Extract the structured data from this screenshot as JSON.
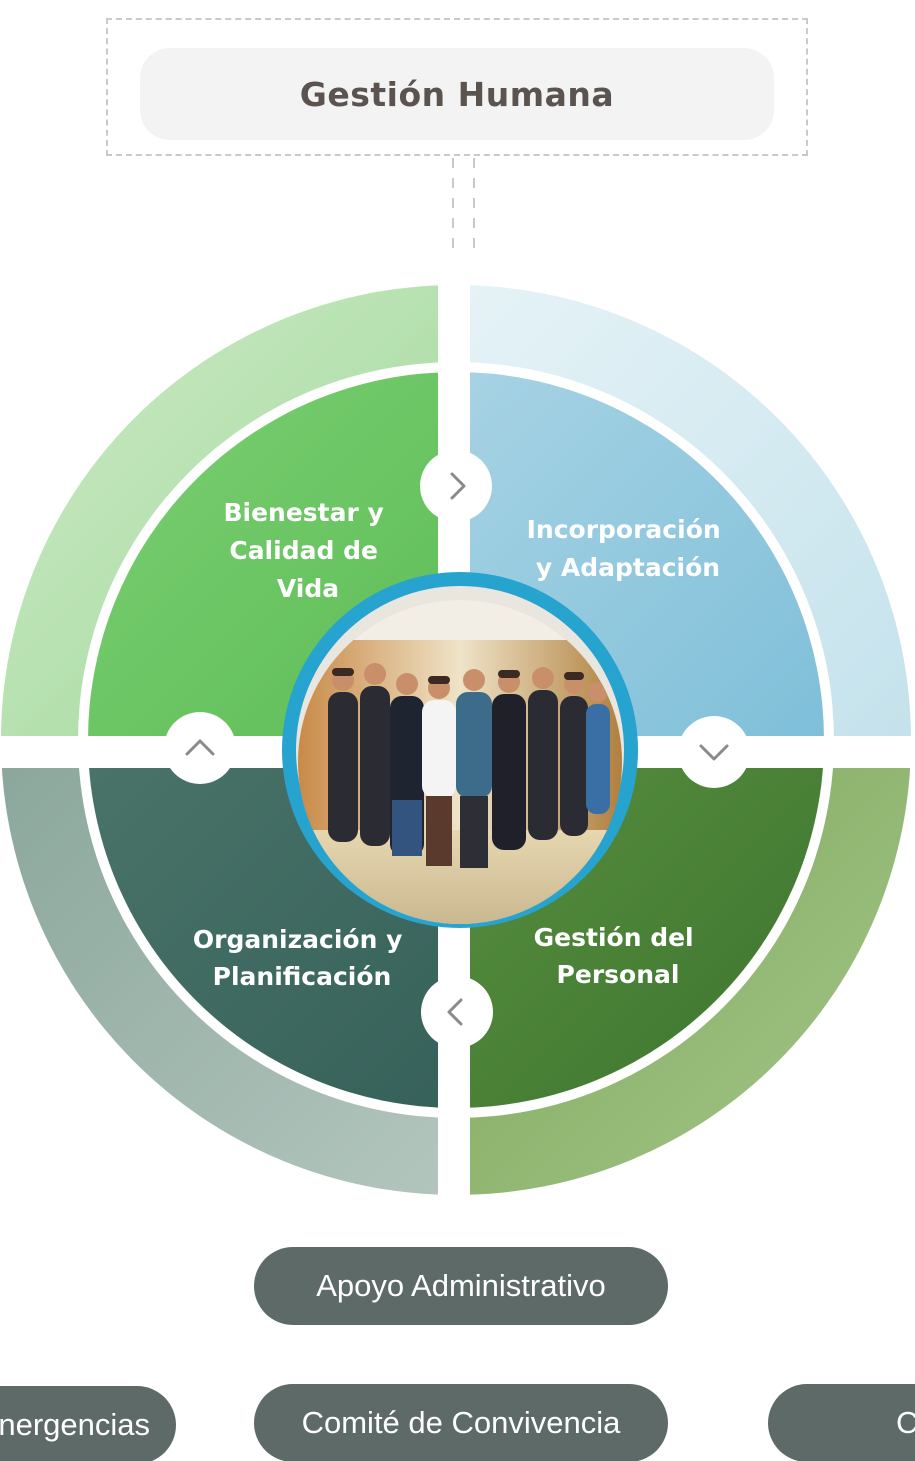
{
  "header": {
    "title": "Gestión Humana"
  },
  "wheel": {
    "quadrants": [
      {
        "id": "top-left",
        "lines": [
          "Bienestar  y",
          "Calidad de",
          "Vida"
        ]
      },
      {
        "id": "top-right",
        "lines": [
          "Incorporación",
          "y Adaptación"
        ]
      },
      {
        "id": "bottom-left",
        "lines": [
          "Organización y",
          "Planificación"
        ]
      },
      {
        "id": "bottom-right",
        "lines": [
          "Gestión del",
          "Personal"
        ]
      }
    ],
    "arrows": {
      "top": "›",
      "left": "^",
      "right": "v",
      "bottom": "‹"
    },
    "center_image": "group-photo"
  },
  "committees": {
    "apoyo": "Apoyo Administrativo",
    "emergencias": "nergencias",
    "convivencia": "Comité de Convivencia",
    "right_partial": "C"
  },
  "colors": {
    "title_text": "#5a5350",
    "pill_bg": "#5e6a67",
    "green_light_outer": "#c4e4bf",
    "green_inner": "#66c35f",
    "blue_light_outer": "#d6edf3",
    "blue_inner": "#8ec6df",
    "teal_outer": "#9db4ab",
    "teal_inner": "#3f6b60",
    "olive_outer": "#8fb26b",
    "olive_inner": "#4a7f35",
    "center_ring": "#27a3cf"
  }
}
